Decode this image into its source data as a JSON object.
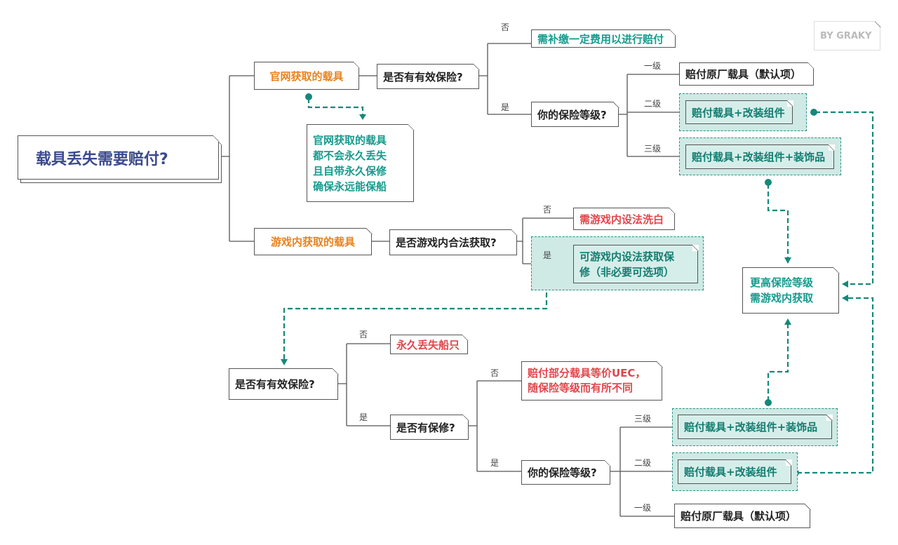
{
  "root": "载具丢失需要赔付?",
  "watermark": "BY GRAKY",
  "branch_official": {
    "label": "官网获取的载具",
    "question": "是否有有效保险?",
    "no_label": "否",
    "no_result": "需补缴一定费用以进行赔付",
    "yes_label": "是",
    "level_question": "你的保险等级?",
    "levels": [
      {
        "label": "一级",
        "result": "赔付原厂载具（默认项）"
      },
      {
        "label": "二级",
        "result": "赔付载具+改装组件"
      },
      {
        "label": "三级",
        "result": "赔付载具+改装组件+装饰品"
      }
    ],
    "note": [
      "官网获取的载具",
      "都不会永久丢失",
      "且自带永久保修",
      "确保永远能保船"
    ]
  },
  "branch_ingame": {
    "label": "游戏内获取的载具",
    "question": "是否游戏内合法获取?",
    "no_label": "否",
    "no_result": "需游戏内设法洗白",
    "yes_label": "是",
    "yes_result": [
      "可游戏内设法获取保",
      "修（非必要可选项）"
    ],
    "q_insurance": "是否有有效保险?",
    "ins_no_label": "否",
    "ins_no_result": "永久丢失船只",
    "ins_yes_label": "是",
    "q_warranty": "是否有保修?",
    "war_no_label": "否",
    "war_no_result": [
      "赔付部分载具等价UEC，",
      "随保险等级而有所不同"
    ],
    "war_yes_label": "是",
    "level_question": "你的保险等级?",
    "levels": [
      {
        "label": "三级",
        "result": "赔付载具+改装组件+装饰品"
      },
      {
        "label": "二级",
        "result": "赔付载具+改装组件"
      },
      {
        "label": "一级",
        "result": "赔付原厂载具（默认项）"
      }
    ]
  },
  "higher_note": [
    "更高保险等级",
    "需游戏内获取"
  ]
}
